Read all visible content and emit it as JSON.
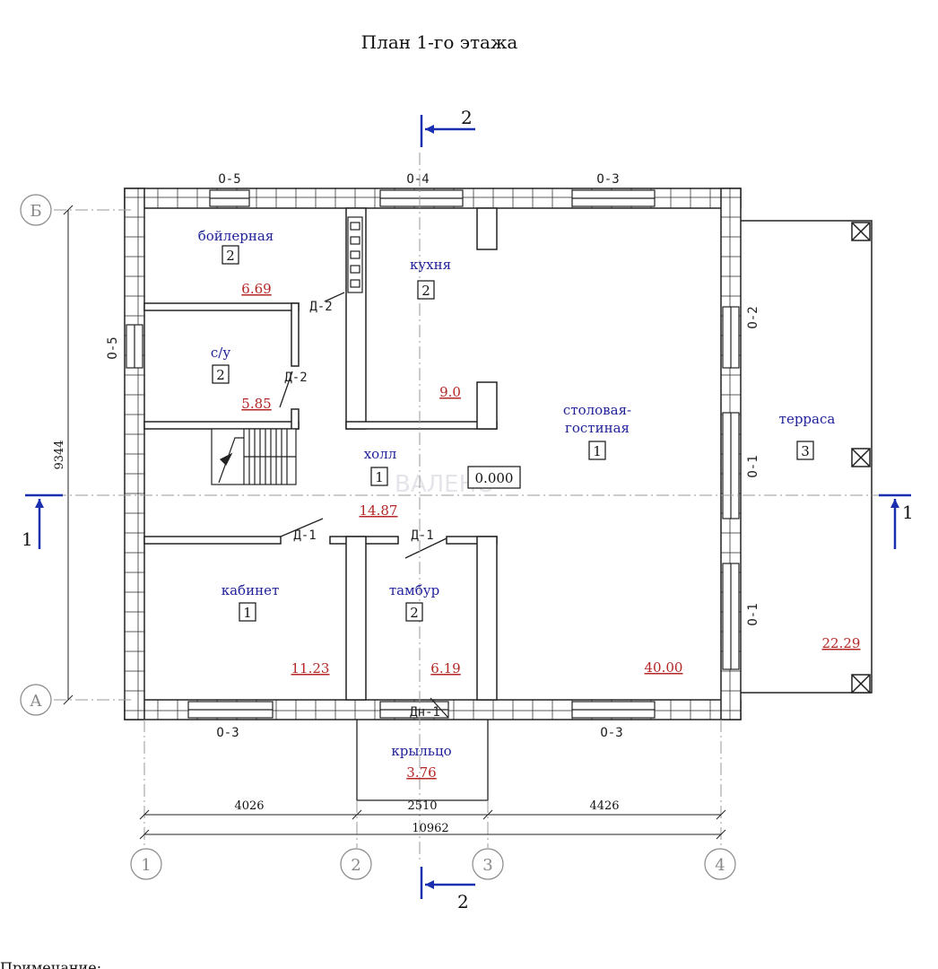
{
  "title": "План 1-го этажа",
  "watermark": "ВАЛЕНС",
  "colors": {
    "room_label": "#1f1f9a",
    "area": "#b52626",
    "cut_line": "#1a2fb0",
    "axis": "#888888"
  },
  "rooms": {
    "boiler": {
      "name": "бойлерная",
      "class": "2",
      "area": "6.69"
    },
    "kitchen": {
      "name": "кухня",
      "class": "2",
      "area": "9.0"
    },
    "wc": {
      "name": "с/у",
      "class": "2",
      "area": "5.85"
    },
    "living_1": "столовая-",
    "living_2": "гостиная",
    "living": {
      "class": "1",
      "area": "40.00"
    },
    "hall": {
      "name": "холл",
      "class": "1",
      "area": "14.87"
    },
    "terrace": {
      "name": "терраса",
      "class": "3",
      "area": "22.29"
    },
    "office": {
      "name": "кабинет",
      "class": "1",
      "area": "11.23"
    },
    "vestibule": {
      "name": "тамбур",
      "class": "2",
      "area": "6.19"
    },
    "porch": {
      "name": "крыльцо",
      "area": "3.76"
    }
  },
  "level_mark": "0.000",
  "marks": {
    "window_o5_top": "О-5",
    "window_o4": "О-4",
    "window_o3_top": "О-3",
    "window_o5_left": "О-5",
    "window_o2": "О-2",
    "window_o1_a": "О-1",
    "window_o1_b": "О-1",
    "window_o3_bottom_left": "О-3",
    "window_o3_bottom_right": "О-3",
    "door_d2_a": "Д-2",
    "door_d2_b": "Д-2",
    "door_d1_a": "Д-1",
    "door_d1_b": "Д-1",
    "door_dn1": "Дн-1"
  },
  "dimensions": {
    "d1": "4026",
    "d2": "2510",
    "d3": "4426",
    "total": "10962",
    "vertical": "9344"
  },
  "axes": {
    "a1": "1",
    "a2": "2",
    "a3": "3",
    "a4": "4",
    "aB": "Б",
    "aA": "А"
  },
  "sections": {
    "top": "2",
    "bottom": "2",
    "left": "1",
    "right": "1"
  },
  "footer_note": "Примечание:"
}
